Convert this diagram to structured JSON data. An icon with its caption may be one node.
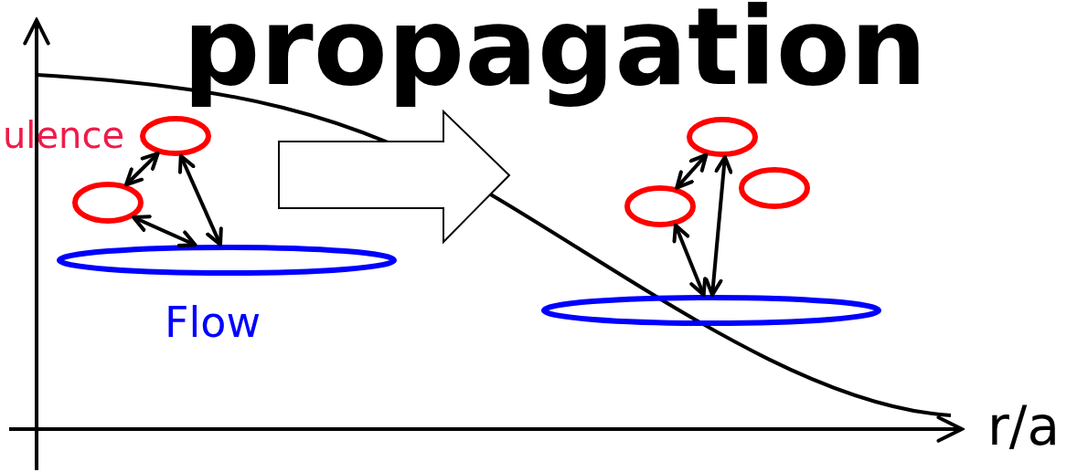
{
  "diagram": {
    "title": "propagation",
    "nodes": [
      {
        "text": [],
        "shape": "ellipse"
      },
      {
        "text": [],
        "shape": "ellipse"
      },
      {
        "text": [],
        "shape": "ellipse"
      },
      {
        "text": [],
        "shape": "ellipse"
      },
      {
        "text": [],
        "shape": "ellipse"
      },
      {
        "text": [],
        "shape": "ellipse"
      },
      {
        "text": [],
        "shape": "ellipse"
      }
    ],
    "edges": [
      {
        "from": 0,
        "to": 1,
        "arrow": "both"
      },
      {
        "from": 0,
        "to": 2,
        "arrow": "both"
      },
      {
        "from": 1,
        "to": 2,
        "arrow": "both"
      },
      {
        "from": 3,
        "to": 4,
        "arrow": "both"
      },
      {
        "from": 3,
        "to": 6,
        "arrow": "both"
      },
      {
        "from": 4,
        "to": 6,
        "arrow": "both"
      }
    ],
    "labels": [
      "ulence",
      "Flow",
      "r/a"
    ]
  }
}
